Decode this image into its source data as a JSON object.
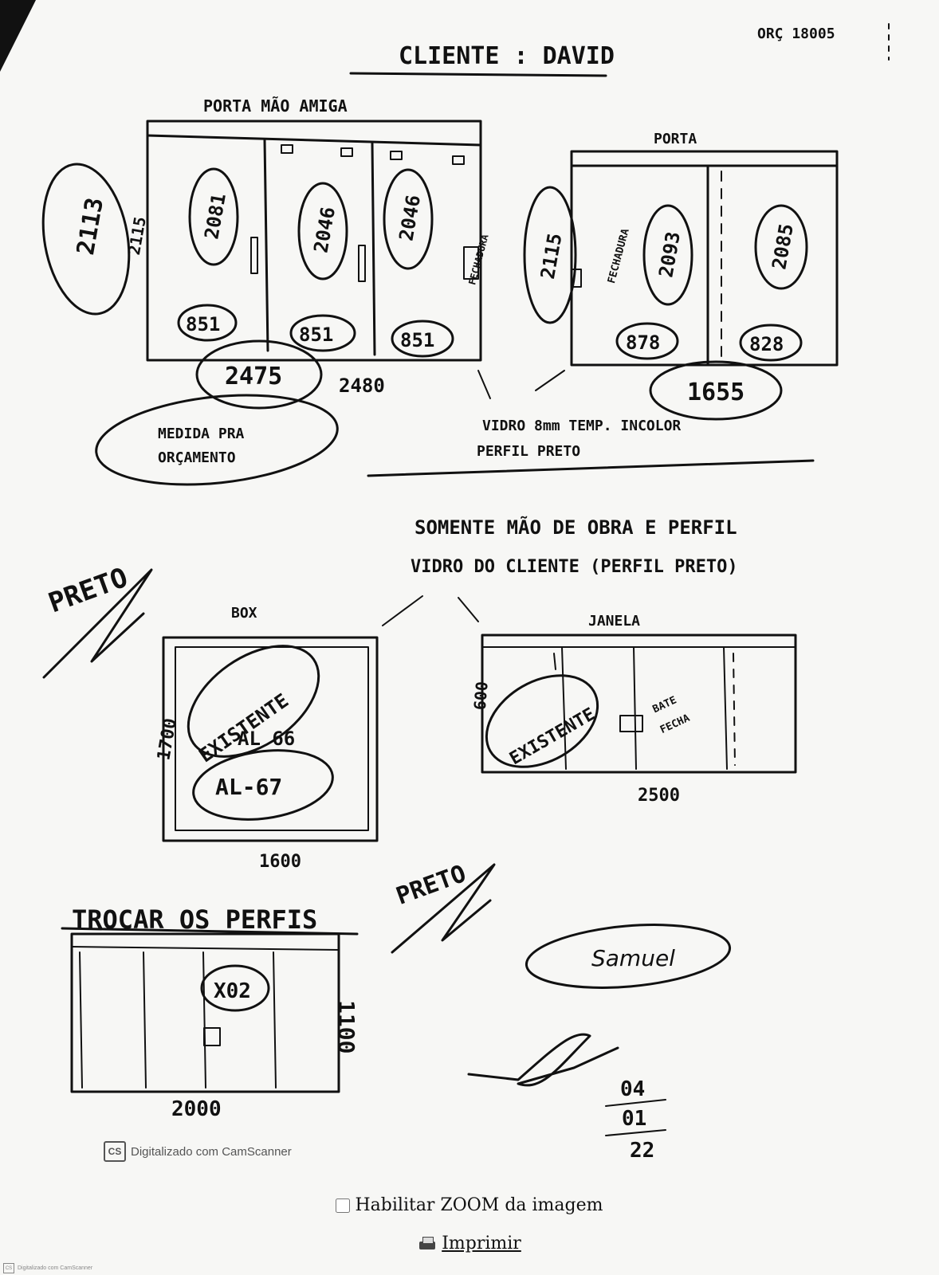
{
  "header": {
    "title": "CLIENTE : DAVID",
    "order_ref": "ORÇ 18005"
  },
  "door_section": {
    "label_left": "PORTA MÃO AMIGA",
    "label_right": "PORTA",
    "heights": {
      "left_circled": "2113",
      "left": "2115",
      "right": "2115"
    },
    "left_panels": [
      {
        "height": "2081",
        "width": "851"
      },
      {
        "height": "2046",
        "width": "851"
      },
      {
        "height": "2046",
        "width": "851"
      }
    ],
    "right_panels": [
      {
        "height": "2093",
        "width": "878"
      },
      {
        "height": "2085",
        "width": "828"
      }
    ],
    "fechadura_left": "FECHADURA",
    "fechadura_right": "FECHADURA",
    "budget_width": "2475",
    "total_width": "2480",
    "right_width": "1655",
    "budget_note_line1": "MEDIDA PRA",
    "budget_note_line2": "ORÇAMENTO",
    "glass_note_line1": "VIDRO 8mm TEMP. INCOLOR",
    "glass_note_line2": "PERFIL PRETO"
  },
  "middle_note": {
    "line1": "SOMENTE MÃO DE OBRA E PERFIL",
    "line2": "VIDRO DO CLIENTE (PERFIL PRETO)"
  },
  "window_section": {
    "preto_1": "PRETO",
    "box_label": "BOX",
    "box_existing": "EXISTENTE",
    "box_height": "1700",
    "box_al66": "AL 66",
    "box_al67": "AL-67",
    "box_width": "1600",
    "janela_label": "JANELA",
    "janela_existing": "EXISTENTE",
    "janela_height": "600",
    "janela_width": "2500",
    "bate_fecha_line1": "BATE",
    "bate_fecha_line2": "FECHA"
  },
  "bottom_section": {
    "trocar_label": "TROCAR OS PERFIS",
    "preto_2": "PRETO",
    "code": "X02",
    "height": "1100",
    "width": "2000",
    "signature_name": "Samuel",
    "date_day": "04",
    "date_month": "01",
    "date_year": "22"
  },
  "scanner": {
    "badge": "CS",
    "text": "Digitalizado com CamScanner",
    "footer_text": "Digitalizado com CamScanner"
  },
  "controls": {
    "zoom_label": "Habilitar ZOOM da imagem",
    "print_label": "Imprimir"
  }
}
